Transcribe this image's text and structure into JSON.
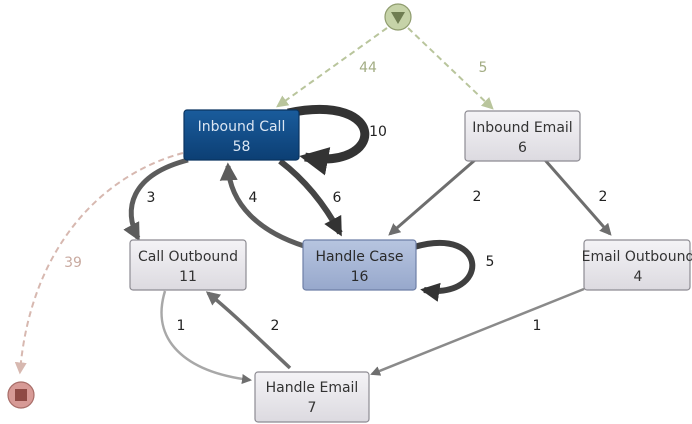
{
  "colors": {
    "inbound_call_fill": "#0f4c86",
    "handle_case_fill": "#a9b8d6",
    "default_fill": "#e9e7ec",
    "start_fill": "#c6d3a8",
    "end_fill": "#d79a96",
    "dashed_start": "#b9c59c",
    "dashed_end": "#d7b8b0",
    "edge_dark": "#333333",
    "edge_mid": "#666666",
    "edge_light": "#a8a8a8"
  },
  "nodes": {
    "start": {
      "icon": "start-triangle-icon"
    },
    "end": {
      "icon": "end-square-icon"
    },
    "inbound_call": {
      "title": "Inbound Call",
      "count": "58"
    },
    "inbound_email": {
      "title": "Inbound Email",
      "count": "6"
    },
    "call_outbound": {
      "title": "Call Outbound",
      "count": "11"
    },
    "handle_case": {
      "title": "Handle Case",
      "count": "16"
    },
    "email_outbound": {
      "title": "Email Outbound",
      "count": "4"
    },
    "handle_email": {
      "title": "Handle Email",
      "count": "7"
    }
  },
  "edges": {
    "start_to_inbound_call": "44",
    "start_to_inbound_email": "5",
    "inbound_call_to_end": "39",
    "inbound_call_loop": "10",
    "inbound_call_to_call_outbound": "3",
    "handle_case_to_inbound_call": "4",
    "inbound_call_to_handle_case": "6",
    "inbound_email_to_handle_case": "2",
    "inbound_email_to_email_outbound": "2",
    "handle_case_loop": "5",
    "call_outbound_to_handle_email": "1",
    "handle_email_to_call_outbound": "2",
    "email_outbound_to_handle_email": "1"
  }
}
